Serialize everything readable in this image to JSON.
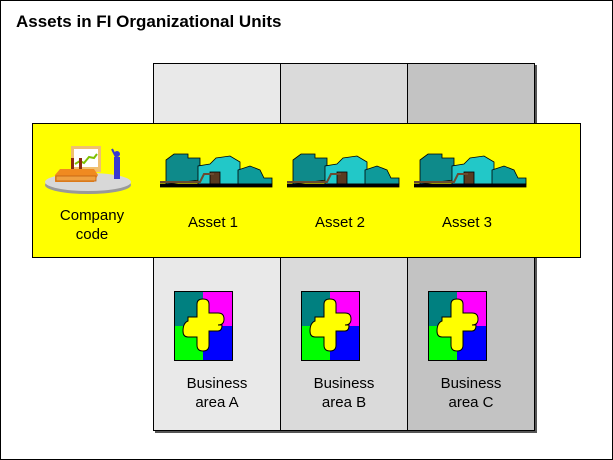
{
  "title": "Assets in FI Organizational Units",
  "company_code": {
    "label": "Company code",
    "line1": "Company",
    "line2": "code"
  },
  "assets": [
    "Asset 1",
    "Asset 2",
    "Asset 3"
  ],
  "business_areas": [
    {
      "line1": "Business",
      "line2": "area A"
    },
    {
      "line1": "Business",
      "line2": "area B"
    },
    {
      "line1": "Business",
      "line2": "area C"
    }
  ],
  "colors": {
    "band": "#ffff00",
    "col1": "#e9e9e9",
    "col2": "#dadada",
    "col3": "#c3c3c3"
  }
}
